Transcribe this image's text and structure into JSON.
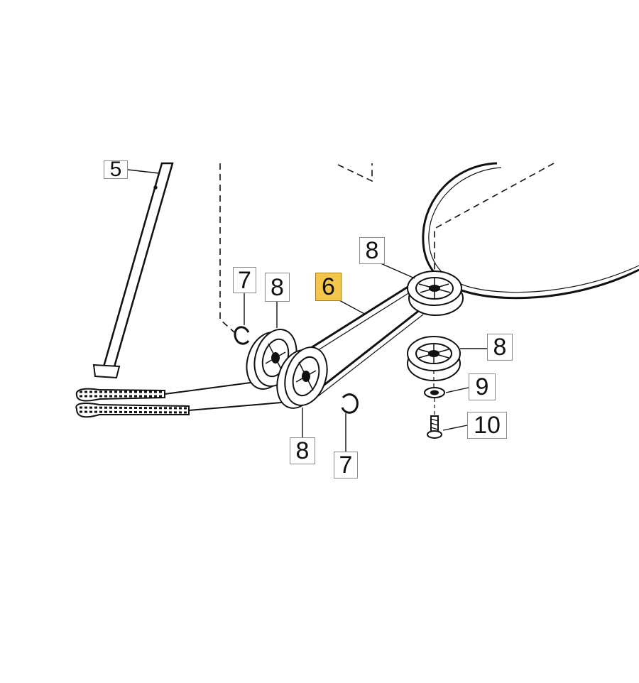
{
  "callouts": [
    {
      "id": "c5",
      "text": "5",
      "highlight": false
    },
    {
      "id": "c8a",
      "text": "8",
      "highlight": false
    },
    {
      "id": "c6",
      "text": "6",
      "highlight": true
    },
    {
      "id": "c7a",
      "text": "7",
      "highlight": false
    },
    {
      "id": "c8b",
      "text": "8",
      "highlight": false
    },
    {
      "id": "c8c",
      "text": "8",
      "highlight": false
    },
    {
      "id": "c9",
      "text": "9",
      "highlight": false
    },
    {
      "id": "c10",
      "text": "10",
      "highlight": false
    },
    {
      "id": "c8d",
      "text": "8",
      "highlight": false
    },
    {
      "id": "c7b",
      "text": "7",
      "highlight": false
    }
  ],
  "colors": {
    "line": "#111111",
    "highlight": "#f5c64c",
    "box_border": "#8a8a8a"
  }
}
